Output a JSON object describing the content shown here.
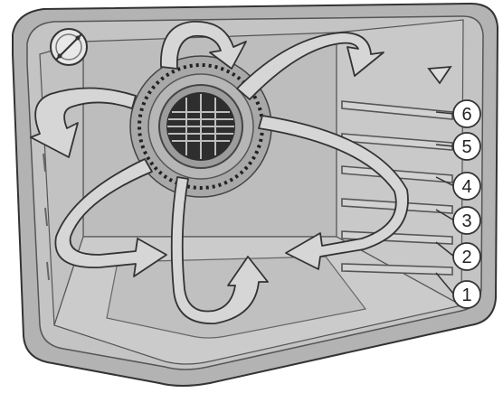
{
  "diagram": {
    "subject": "oven-cavity-convection-airflow",
    "rack_positions": [
      {
        "label": "6"
      },
      {
        "label": "5"
      },
      {
        "label": "4"
      },
      {
        "label": "3"
      },
      {
        "label": "2"
      },
      {
        "label": "1"
      }
    ],
    "colors": {
      "cavity_outer": "#b3b3b3",
      "cavity_inner": "#c6c6c6",
      "back_wall": "#bdbdbd",
      "fan_ring": "#9a9a9a",
      "fan_grille": "#2e2e2e",
      "airflow_arrow_fill": "#d6d6d6",
      "outline": "#333333",
      "label_circle_fill": "#ffffff"
    },
    "icons": [
      "oven-light-icon",
      "convection-fan-icon",
      "rack-support-icon",
      "airflow-arrow-icon"
    ]
  }
}
